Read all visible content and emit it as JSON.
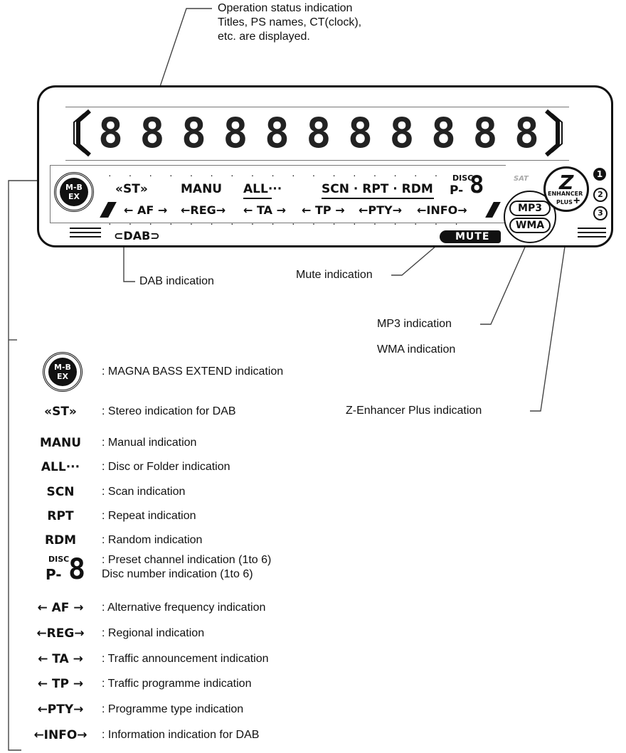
{
  "callouts": {
    "operation_status": "Operation status indication\nTitles, PS names, CT(clock),\netc. are displayed.",
    "dab": "DAB indication",
    "mute": "Mute indication",
    "mp3": "MP3 indication",
    "wma": "WMA indication",
    "z_enhancer": "Z-Enhancer Plus indication"
  },
  "display": {
    "dot_matrix": [
      "8",
      "8",
      "8",
      "8",
      "8",
      "8",
      "8",
      "8",
      "8",
      "8",
      "8"
    ],
    "row1": {
      "st": "«ST»",
      "manu": "MANU",
      "all": "ALL···",
      "scn_rpt_rdm": "SCN · RPT · RDM",
      "disc": "DISC",
      "p": "P-",
      "digit": "8"
    },
    "row2": {
      "af": "← AF →",
      "reg": "←REG→",
      "ta": "← TA →",
      "tp": "← TP →",
      "pty": "←PTY→",
      "info": "←INFO→"
    },
    "dab_label": "DAB",
    "mute_label": "MUTE",
    "mb_line1": "M-B",
    "mb_line2": "EX",
    "sat": "SAT",
    "mp3": "MP3",
    "wma": "WMA",
    "z": "Z",
    "enhancer": "ENHANCER",
    "plus": "PLUS",
    "numbers": [
      "1",
      "2",
      "3"
    ]
  },
  "legend": [
    {
      "symbol": "M-B EX",
      "desc": ": MAGNA BASS EXTEND indication"
    },
    {
      "symbol": "«ST»",
      "desc": ": Stereo indication for DAB"
    },
    {
      "symbol": "MANU",
      "desc": ": Manual indication"
    },
    {
      "symbol": "ALL···",
      "desc": ": Disc or Folder indication"
    },
    {
      "symbol": "SCN",
      "desc": ": Scan indication"
    },
    {
      "symbol": "RPT",
      "desc": ": Repeat indication"
    },
    {
      "symbol": "RDM",
      "desc": ": Random indication"
    },
    {
      "symbol": "DISC P-8",
      "desc": ": Preset channel indication (1to 6)\n Disc number indication (1to 6)"
    },
    {
      "symbol": "← AF →",
      "desc": ": Alternative frequency indication"
    },
    {
      "symbol": "←REG→",
      "desc": ": Regional indication"
    },
    {
      "symbol": "← TA →",
      "desc": ": Traffic announcement indication"
    },
    {
      "symbol": "← TP →",
      "desc": ": Traffic programme indication"
    },
    {
      "symbol": "←PTY→",
      "desc": ": Programme type indication"
    },
    {
      "symbol": "←INFO→",
      "desc": ": Information indication for DAB"
    }
  ]
}
